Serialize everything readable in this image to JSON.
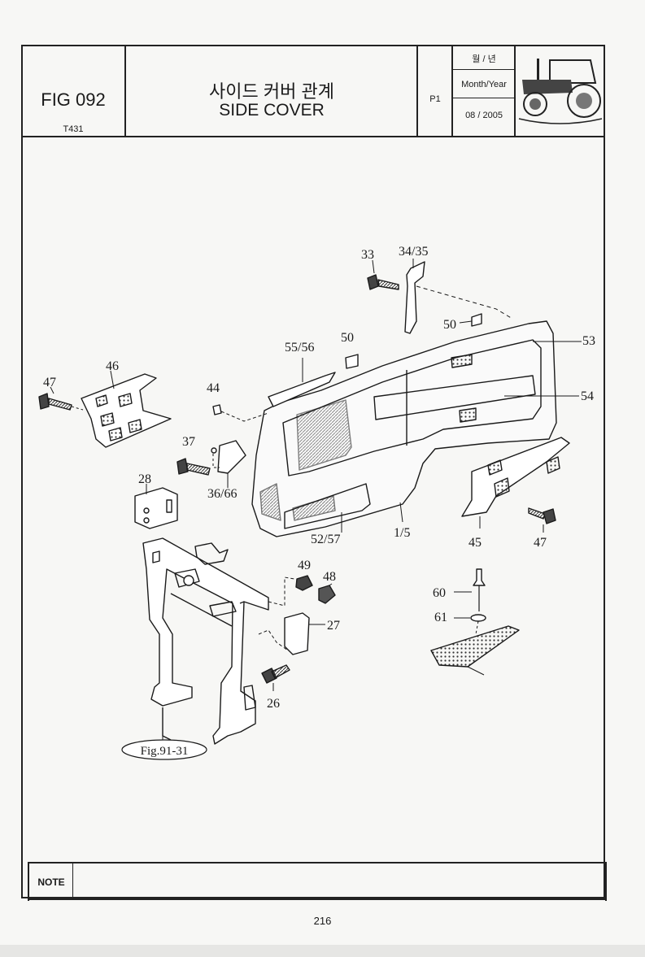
{
  "header": {
    "fig_code": "FIG 092",
    "model": "T431",
    "title_korean": "사이드 커버 관계",
    "title_english": "SIDE COVER",
    "page_code": "P1",
    "month_year_korean": "월 / 년",
    "month_year_label": "Month/Year",
    "date": "08 / 2005",
    "logo_icon": "tractor-icon"
  },
  "callouts": {
    "c33": "33",
    "c34_35": "34/35",
    "c50a": "50",
    "c50b": "50",
    "c53": "53",
    "c54": "54",
    "c55_56": "55/56",
    "c46": "46",
    "c47a": "47",
    "c44": "44",
    "c37": "37",
    "c36_66": "36/66",
    "c28": "28",
    "c52_57": "52/57",
    "c1_5": "1/5",
    "c45": "45",
    "c47b": "47",
    "c49": "49",
    "c48": "48",
    "c27": "27",
    "c26": "26",
    "c60": "60",
    "c61": "61",
    "fig_ref": "Fig.91-31"
  },
  "footer": {
    "note_label": "NOTE",
    "page_number": "216"
  }
}
